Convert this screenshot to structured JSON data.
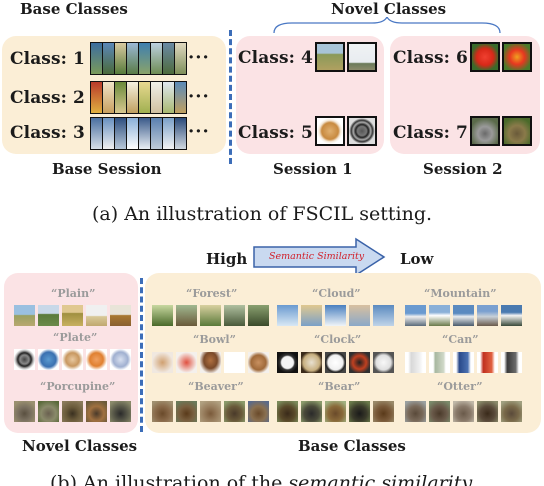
{
  "part_a": {
    "base_header": "Base Classes",
    "novel_header": "Novel Classes",
    "base_rows": [
      {
        "label": "Class: 1",
        "ellipsis": "···"
      },
      {
        "label": "Class: 2",
        "ellipsis": "···"
      },
      {
        "label": "Class: 3",
        "ellipsis": "···"
      }
    ],
    "session1": [
      {
        "label": "Class: 4"
      },
      {
        "label": "Class: 5"
      }
    ],
    "session2": [
      {
        "label": "Class: 6"
      },
      {
        "label": "Class: 7"
      }
    ],
    "base_session_label": "Base Session",
    "session1_label": "Session 1",
    "session2_label": "Session 2",
    "caption": "(a) An illustration of FSCIL setting."
  },
  "part_b": {
    "high_label": "High",
    "arrow_label": "Semantic Similarity",
    "low_label": "Low",
    "novel_classes": [
      "“Plain”",
      "“Plate”",
      "“Porcupine”"
    ],
    "base_classes": [
      [
        "“Forest”",
        "“Cloud”",
        "“Mountain”"
      ],
      [
        "“Bowl”",
        "“Clock”",
        "“Can”"
      ],
      [
        "“Beaver”",
        "“Bear”",
        "“Otter”"
      ]
    ],
    "novel_footer": "Novel Classes",
    "base_footer": "Base Classes",
    "caption_prefix": "(b) An illustration of the ",
    "caption_italic": "semantic similarity."
  },
  "colors": {
    "base_panel": "#fbeed6",
    "novel_panel": "#fbe3e5",
    "dashed_divider": "#3c6db8",
    "arrow_fill": "#c9d9f0",
    "arrow_text": "#d1202a"
  }
}
